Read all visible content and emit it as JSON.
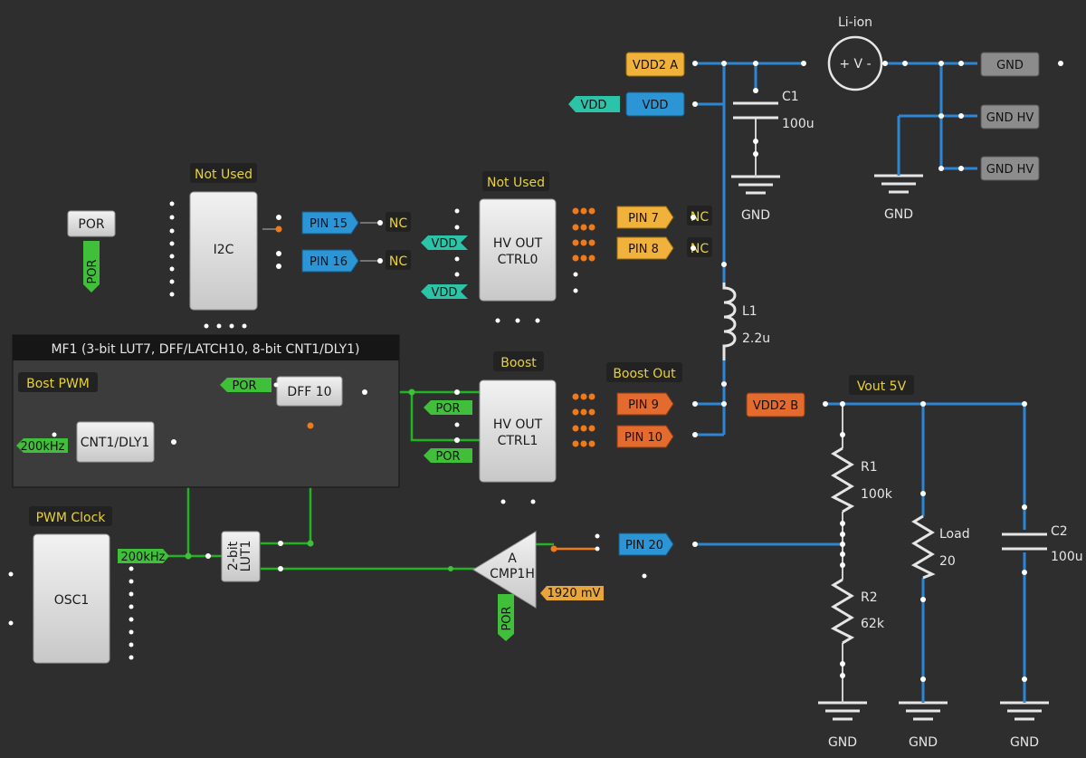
{
  "battery": {
    "label": "Li-ion",
    "symbol": "+ V -"
  },
  "pins": {
    "vdd2a": "VDD2 A",
    "vdd": "VDD",
    "vdd2b": "VDD2 B",
    "pin15": "PIN 15",
    "pin16": "PIN 16",
    "pin7": "PIN 7",
    "pin8": "PIN 8",
    "pin9": "PIN 9",
    "pin10": "PIN 10",
    "pin20": "PIN 20"
  },
  "rails": {
    "gnd": "GND",
    "gnd_hv": "GND HV",
    "vdd": "VDD",
    "por": "POR"
  },
  "nc": "NC",
  "components": {
    "c1": {
      "name": "C1",
      "value": "100u"
    },
    "c2": {
      "name": "C2",
      "value": "100u"
    },
    "l1": {
      "name": "L1",
      "value": "2.2u"
    },
    "r1": {
      "name": "R1",
      "value": "100k"
    },
    "r2": {
      "name": "R2",
      "value": "62k"
    },
    "load": {
      "name": "Load",
      "value": "20"
    }
  },
  "blocks": {
    "por": "POR",
    "i2c": "I2C",
    "hv0": [
      "HV OUT",
      "CTRL0"
    ],
    "hv1": [
      "HV OUT",
      "CTRL1"
    ],
    "dff": "DFF 10",
    "cnt": "CNT1/DLY1",
    "lut": [
      "2-bit",
      "LUT1"
    ],
    "cmp": [
      "A",
      "CMP1H"
    ],
    "osc": "OSC1"
  },
  "group_labels": {
    "not_used_i2c": "Not Used",
    "not_used_hv": "Not Used",
    "boost": "Boost",
    "boost_out": "Boost Out",
    "vout": "Vout 5V",
    "bost_pwm": "Bost PWM",
    "pwm_clock": "PWM Clock"
  },
  "mf1_title": "MF1 (3-bit LUT7, DFF/LATCH10, 8-bit CNT1/DLY1)",
  "signals": {
    "clk_in": "200kHz",
    "clk_out": "200kHz",
    "vref": "1920 mV"
  },
  "colors": {
    "background": "#2e2e2e",
    "pin_blue": "#2b95d6",
    "pin_orange": "#e46b2e",
    "pin_yellow": "#f0b23a",
    "vdd_teal": "#2cc4a8",
    "signal_green": "#3fbf3a",
    "wire_blue": "#2d86d4",
    "wire_green": "#22b322",
    "node_orange": "#ef7a1a",
    "block_gray": "#d9d9d9"
  }
}
